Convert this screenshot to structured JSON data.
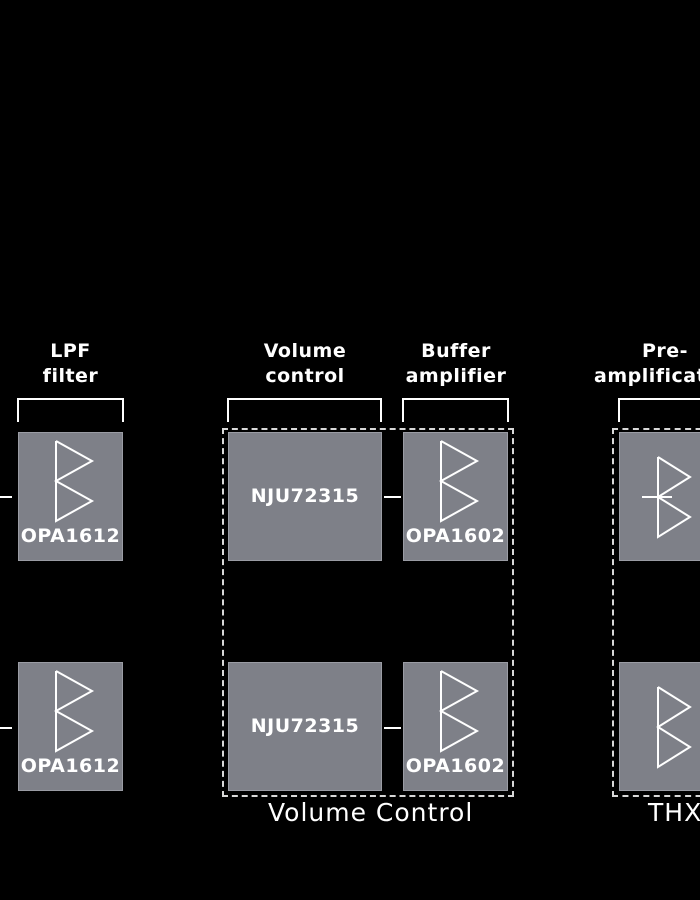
{
  "stages": {
    "lpf": {
      "line1": "LPF",
      "line2": "filter"
    },
    "volume": {
      "line1": "Volume",
      "line2": "control"
    },
    "buffer": {
      "line1": "Buffer",
      "line2": "amplifier"
    },
    "preamp": {
      "line1": "Pre-",
      "line2": "amplificat"
    }
  },
  "chips": {
    "lpf_top": "OPA1612",
    "lpf_bottom": "OPA1612",
    "vol_top": "NJU72315",
    "vol_bottom": "NJU72315",
    "buf_top": "OPA1602",
    "buf_bottom": "OPA1602"
  },
  "groups": {
    "volume_control": "Volume Control",
    "thx": "THX"
  },
  "colors": {
    "background": "#000000",
    "block": "#7e8088",
    "line": "#ffffff"
  }
}
